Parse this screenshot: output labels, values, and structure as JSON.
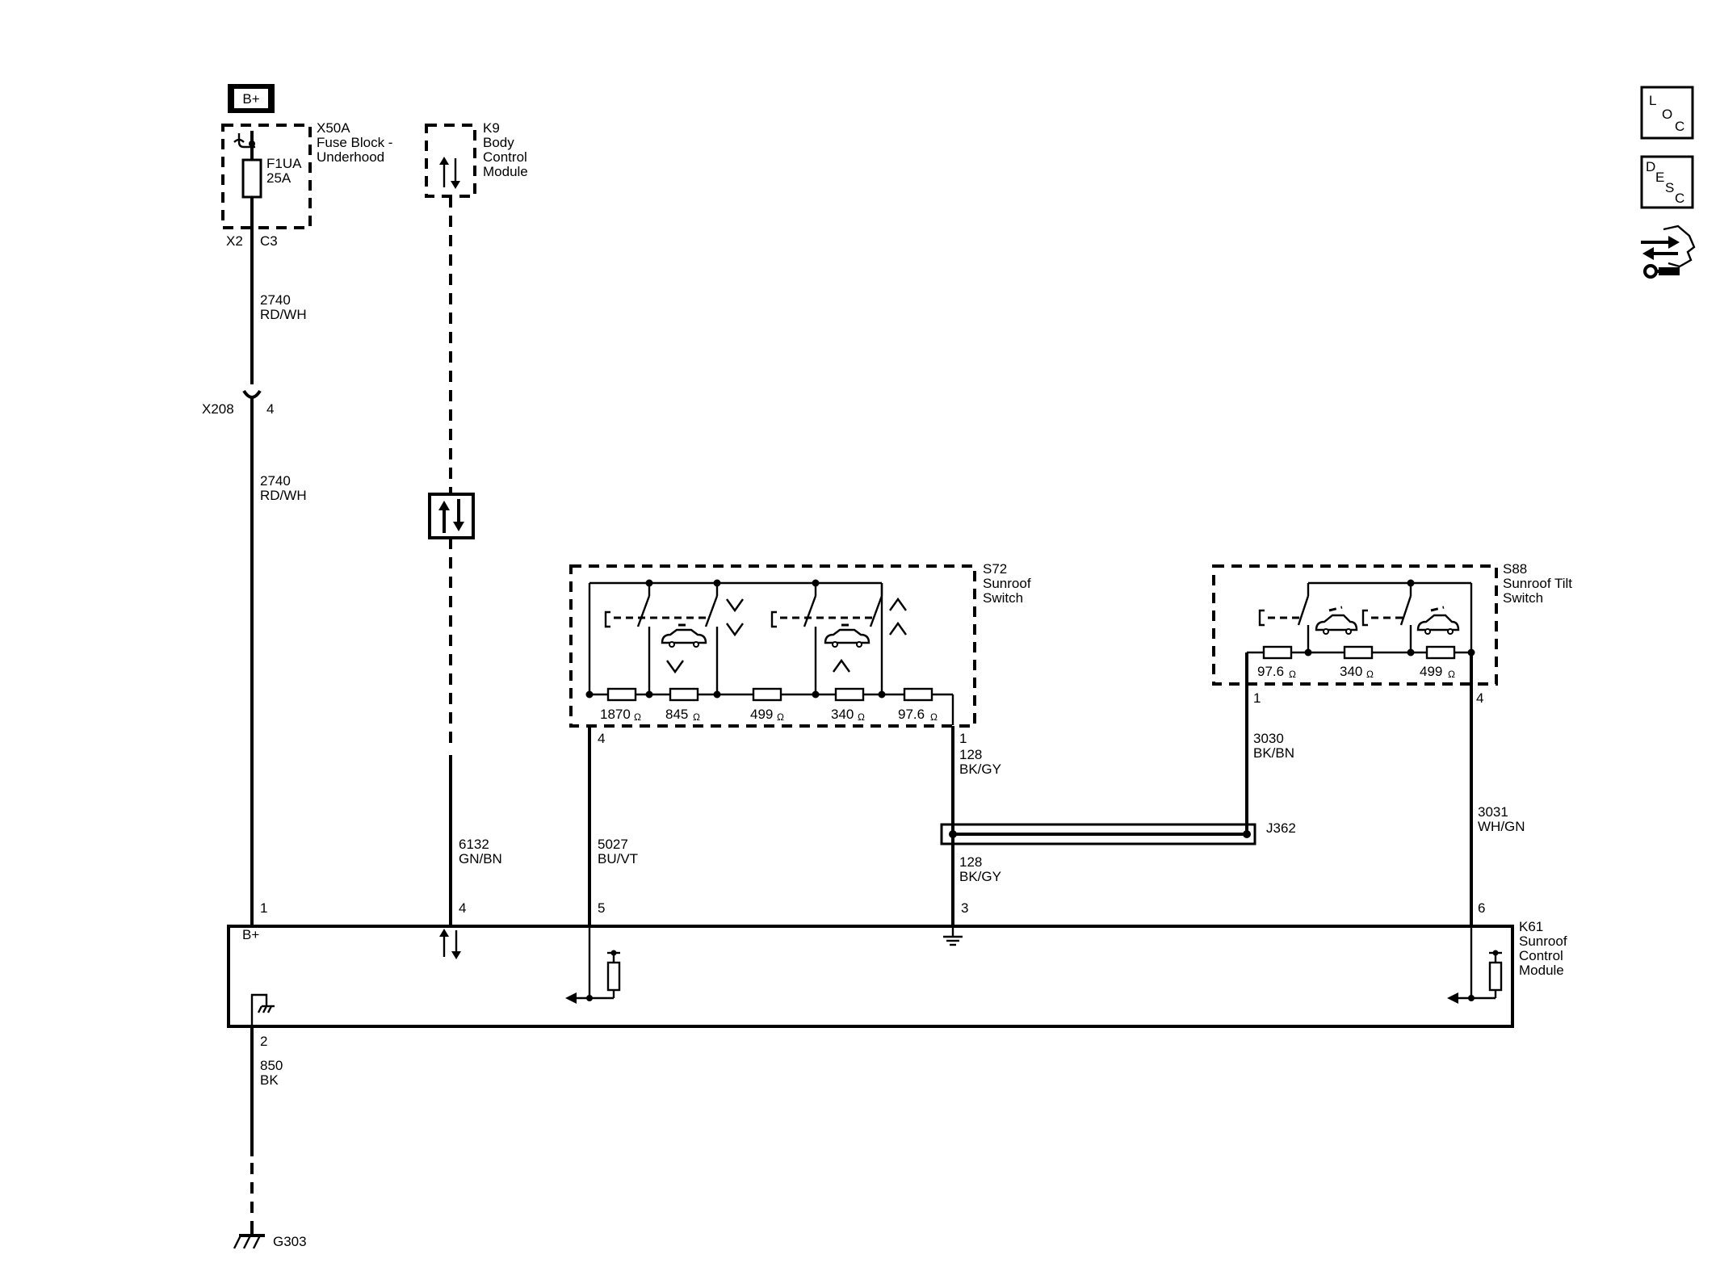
{
  "battery": {
    "label": "B+"
  },
  "fuse_block": {
    "id": "X50A",
    "name_line1": "Fuse Block -",
    "name_line2": "Underhood",
    "fuse_id": "F1UA",
    "fuse_rating": "25A",
    "connector_a": "X2",
    "connector_b": "C3"
  },
  "bcm": {
    "id": "K9",
    "name_line1": "Body",
    "name_line2": "Control",
    "name_line3": "Module"
  },
  "wires": {
    "w2740_upper": {
      "circuit": "2740",
      "color": "RD/WH"
    },
    "w2740_lower": {
      "circuit": "2740",
      "color": "RD/WH"
    },
    "w6132": {
      "circuit": "6132",
      "color": "GN/BN"
    },
    "w5027": {
      "circuit": "5027",
      "color": "BU/VT"
    },
    "w128_upper": {
      "circuit": "128",
      "color": "BK/GY"
    },
    "w128_lower": {
      "circuit": "128",
      "color": "BK/GY"
    },
    "w3030": {
      "circuit": "3030",
      "color": "BK/BN"
    },
    "w3031": {
      "circuit": "3031",
      "color": "WH/GN"
    },
    "w850": {
      "circuit": "850",
      "color": "BK"
    }
  },
  "inline_connector": {
    "id": "X208",
    "pin": "4"
  },
  "splice": {
    "id": "J362"
  },
  "s72": {
    "id": "S72",
    "name_line1": "Sunroof",
    "name_line2": "Switch",
    "pin_left": "4",
    "pin_right": "1",
    "resistors": [
      "1870",
      "845",
      "499",
      "340",
      "97.6"
    ],
    "ohm": "Ω"
  },
  "s88": {
    "id": "S88",
    "name_line1": "Sunroof Tilt",
    "name_line2": "Switch",
    "pin_left": "1",
    "pin_right": "4",
    "resistors": [
      "97.6",
      "340",
      "499"
    ],
    "ohm": "Ω"
  },
  "k61": {
    "id": "K61",
    "name_line1": "Sunroof",
    "name_line2": "Control",
    "name_line3": "Module",
    "b_plus_label": "B+",
    "pins": {
      "p1": "1",
      "p2": "2",
      "p3": "3",
      "p4": "4",
      "p5": "5",
      "p6": "6"
    }
  },
  "ground": {
    "id": "G303"
  },
  "side_icons": {
    "loc": {
      "l": "L",
      "o": "O",
      "c": "C"
    },
    "desc": {
      "d": "D",
      "e": "E",
      "s": "S",
      "c": "C"
    },
    "icon_names": [
      "location-icon",
      "description-icon",
      "diagnostic-tool-icon"
    ]
  }
}
